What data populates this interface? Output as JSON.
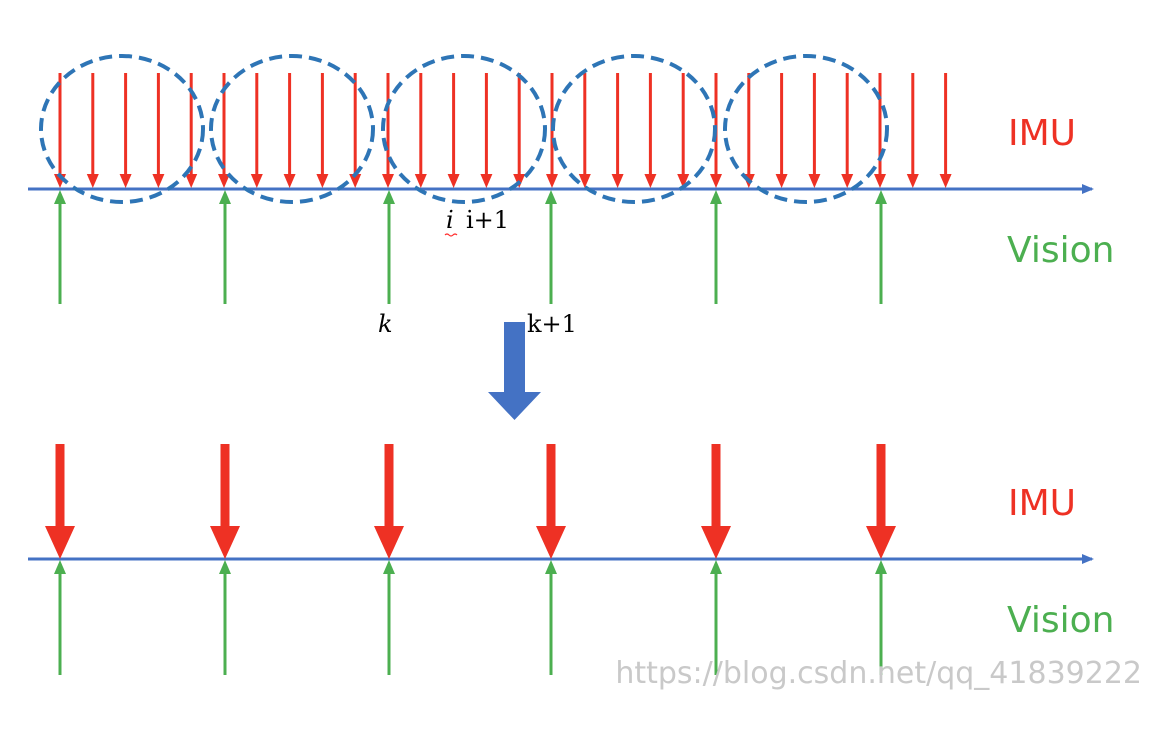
{
  "top_diagram": {
    "imu_label": "IMU",
    "vision_label": "Vision",
    "index_i": "i",
    "index_i_plus": "i+1",
    "index_k": "k",
    "index_k_plus": "k+1"
  },
  "bottom_diagram": {
    "imu_label": "IMU",
    "vision_label": "Vision"
  },
  "watermark": "https://blog.csdn.net/qq_41839222",
  "colors": {
    "imu": "#ee3124",
    "vision": "#4caf50",
    "axis": "#4472c4",
    "circle": "#2e75b6",
    "transition_arrow": "#4472c4"
  }
}
